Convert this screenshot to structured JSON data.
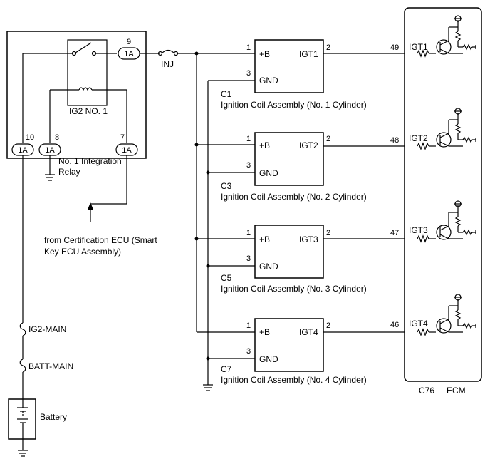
{
  "relay": {
    "name_line1": "No. 1 Integration",
    "name_line2": "Relay",
    "coil_label": "IG2 NO. 1",
    "pins": [
      {
        "num": "9",
        "conn": "1A"
      },
      {
        "num": "10",
        "conn": "1A"
      },
      {
        "num": "8",
        "conn": "1A"
      },
      {
        "num": "7",
        "conn": "1A"
      }
    ]
  },
  "fuses": {
    "inj": "INJ",
    "ig2_main": "IG2-MAIN",
    "batt_main": "BATT-MAIN"
  },
  "battery_label": "Battery",
  "cert_ecu": {
    "line1": "from Certification ECU (Smart",
    "line2": "Key ECU Assembly)"
  },
  "coils": [
    {
      "conn": "C1",
      "name": "Ignition Coil Assembly (No. 1 Cylinder)",
      "pin_b": "1",
      "pin_gnd": "3",
      "pin_igt": "2",
      "b_label": "+B",
      "gnd_label": "GND",
      "igt_label": "IGT1",
      "ecu_pin": "49",
      "ecu_label": "IGT1"
    },
    {
      "conn": "C3",
      "name": "Ignition Coil Assembly (No. 2 Cylinder)",
      "pin_b": "1",
      "pin_gnd": "3",
      "pin_igt": "2",
      "b_label": "+B",
      "gnd_label": "GND",
      "igt_label": "IGT2",
      "ecu_pin": "48",
      "ecu_label": "IGT2"
    },
    {
      "conn": "C5",
      "name": "Ignition Coil Assembly (No. 3 Cylinder)",
      "pin_b": "1",
      "pin_gnd": "3",
      "pin_igt": "2",
      "b_label": "+B",
      "gnd_label": "GND",
      "igt_label": "IGT3",
      "ecu_pin": "47",
      "ecu_label": "IGT3"
    },
    {
      "conn": "C7",
      "name": "Ignition Coil Assembly (No. 4 Cylinder)",
      "pin_b": "1",
      "pin_gnd": "3",
      "pin_igt": "2",
      "b_label": "+B",
      "gnd_label": "GND",
      "igt_label": "IGT4",
      "ecu_pin": "46",
      "ecu_label": "IGT4"
    }
  ],
  "ecm": {
    "conn": "C76",
    "name": "ECM"
  }
}
